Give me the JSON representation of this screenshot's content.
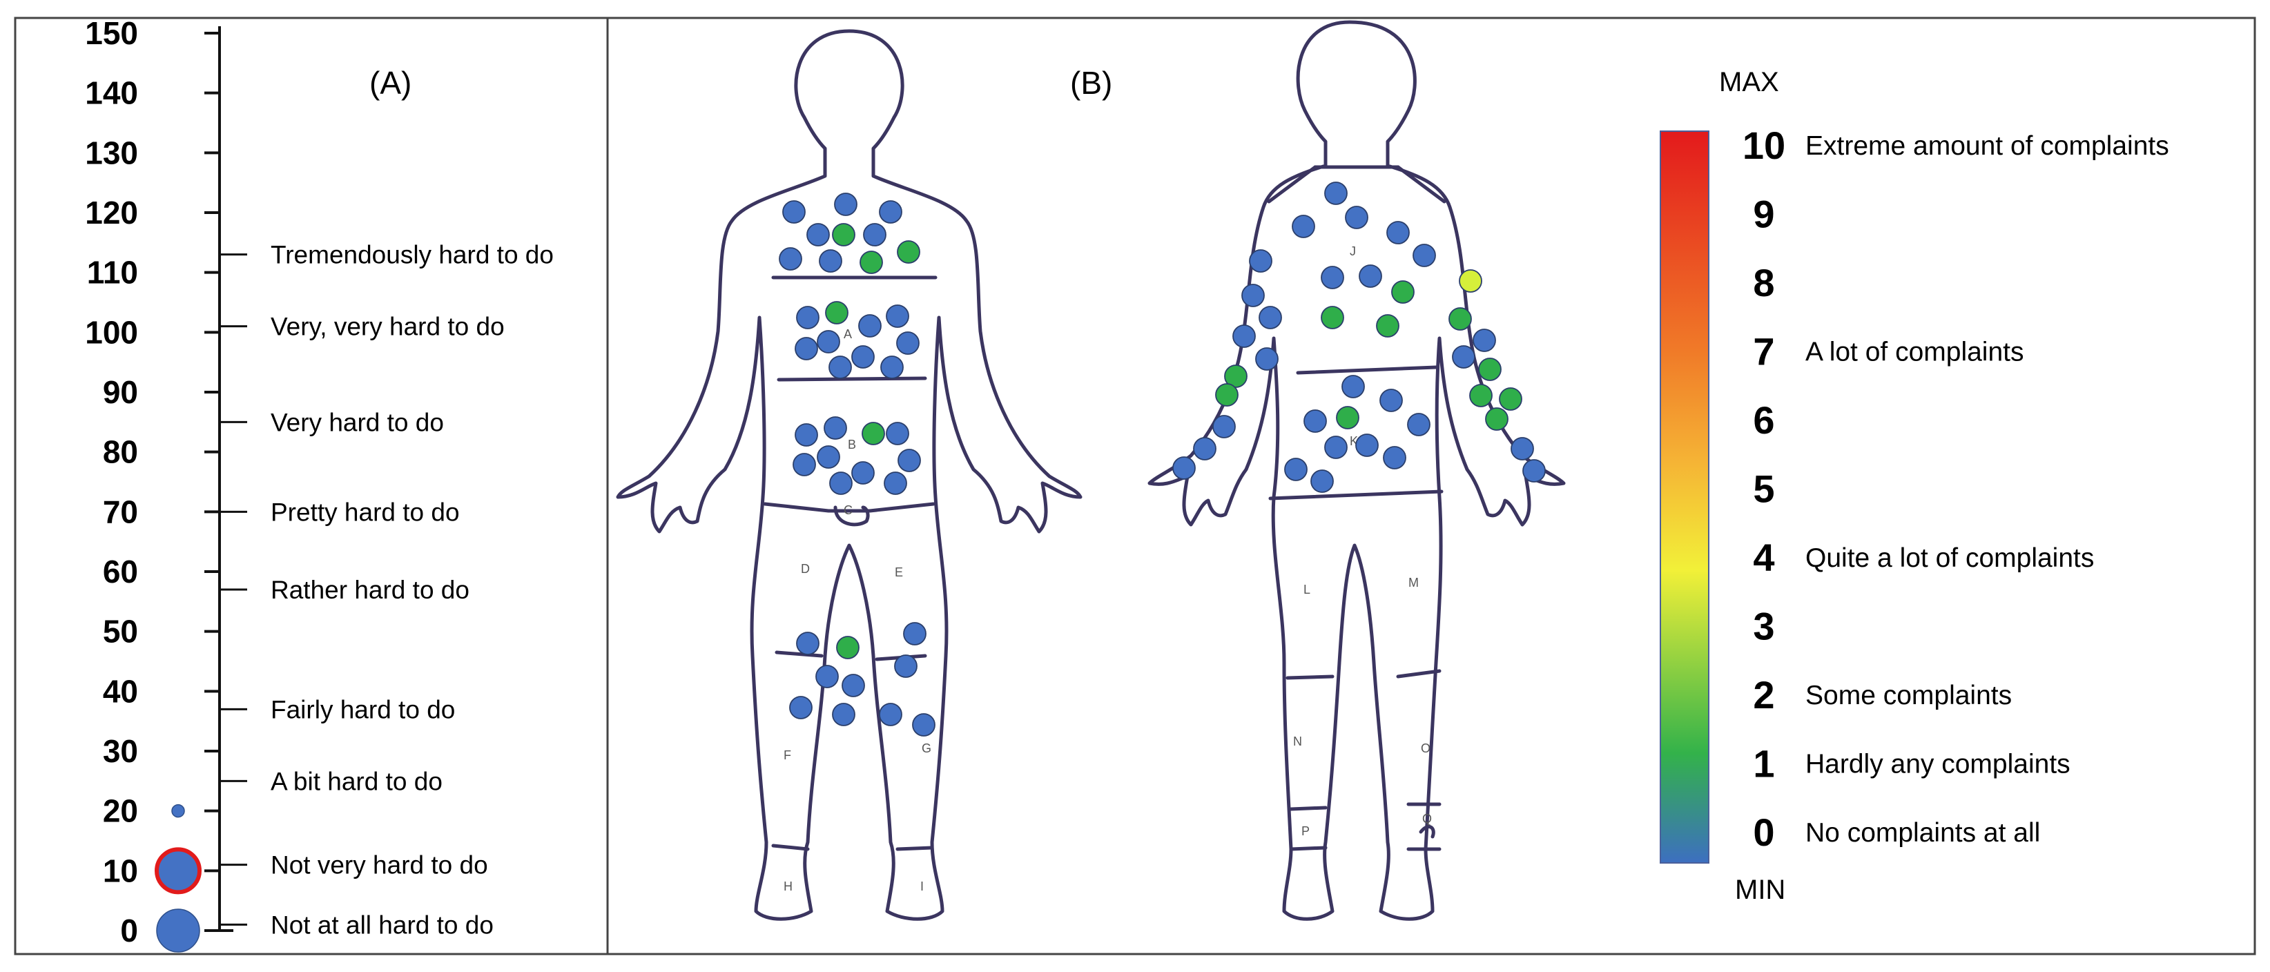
{
  "panel_a": {
    "label": "(A)",
    "scale_values": [
      "150",
      "140",
      "130",
      "120",
      "110",
      "100",
      "90",
      "80",
      "70",
      "60",
      "50",
      "40",
      "30",
      "20",
      "10",
      "0"
    ],
    "descriptors": [
      {
        "text": "Tremendously hard to do",
        "value": 113
      },
      {
        "text": "Very, very hard to do",
        "value": 101
      },
      {
        "text": "Very hard to do",
        "value": 85
      },
      {
        "text": "Pretty hard to do",
        "value": 70
      },
      {
        "text": "Rather hard to do",
        "value": 57
      },
      {
        "text": "Fairly hard to do",
        "value": 37
      },
      {
        "text": "A bit hard to do",
        "value": 25
      },
      {
        "text": "Not very hard to do",
        "value": 11
      },
      {
        "text": "Not at all hard to do",
        "value": 1
      }
    ],
    "markers": [
      {
        "value": 20,
        "size": "small",
        "outline": "none"
      },
      {
        "value": 10,
        "size": "large",
        "outline": "red"
      },
      {
        "value": 0,
        "size": "large",
        "outline": "none"
      }
    ]
  },
  "panel_b": {
    "label": "(B)",
    "zone_letters_front": [
      "A",
      "B",
      "C",
      "D",
      "E",
      "F",
      "G",
      "H",
      "I"
    ],
    "zone_letters_back": [
      "J",
      "K",
      "L",
      "M",
      "N",
      "O",
      "P",
      "Q"
    ]
  },
  "legend": {
    "max_label": "MAX",
    "min_label": "MIN",
    "levels": [
      {
        "value": "10",
        "text": "Extreme amount of complaints"
      },
      {
        "value": "9",
        "text": ""
      },
      {
        "value": "8",
        "text": ""
      },
      {
        "value": "7",
        "text": "A lot of complaints"
      },
      {
        "value": "6",
        "text": ""
      },
      {
        "value": "5",
        "text": ""
      },
      {
        "value": "4",
        "text": "Quite a lot of complaints"
      },
      {
        "value": "3",
        "text": ""
      },
      {
        "value": "2",
        "text": "Some complaints"
      },
      {
        "value": "1",
        "text": "Hardly any complaints"
      },
      {
        "value": "0",
        "text": "No complaints at all"
      }
    ],
    "gradient_colors": [
      "#e31a1c",
      "#f07a28",
      "#f5b335",
      "#f2f038",
      "#33b24a",
      "#3d6fc0"
    ]
  },
  "dot_colors": {
    "blue": "#4472c4",
    "green": "#2fae4a",
    "yellow": "#d6ef3a",
    "red_ring": "#e21b1b"
  }
}
